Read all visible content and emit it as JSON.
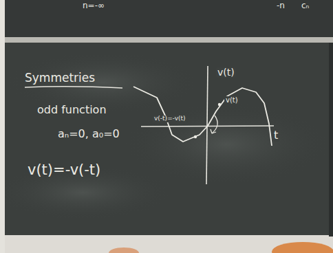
{
  "diagram": {
    "title": "Symmetries",
    "labels": [
      "n=-∞",
      "-n",
      "cₙ",
      "odd function",
      "aₙ=0, a₀=0",
      "v(t)=-v(-t)",
      "v(t)",
      "t",
      "v(t)",
      "v(-t)=-v(t)"
    ]
  }
}
